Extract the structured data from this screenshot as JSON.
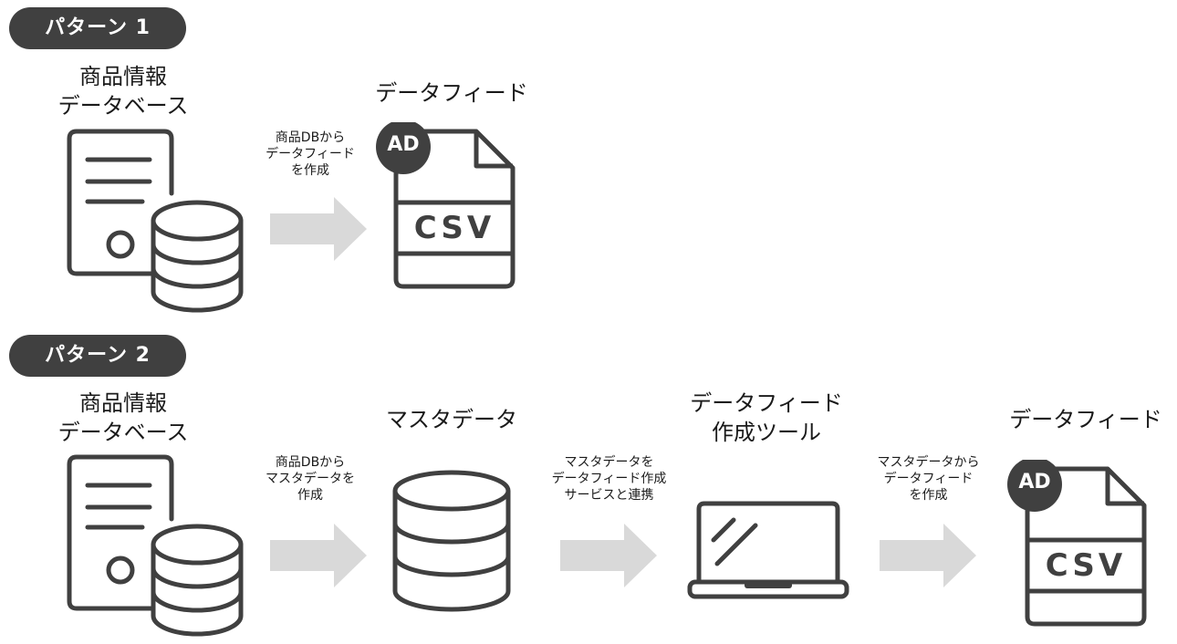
{
  "pattern1": {
    "label": "パターン 1",
    "db_title_l1": "商品情報",
    "db_title_l2": "データベース",
    "arrow_caption_l1": "商品DBから",
    "arrow_caption_l2": "データフィード",
    "arrow_caption_l3": "を作成",
    "feed_title": "データフィード",
    "feed_badge": "AD",
    "feed_format": "CSV"
  },
  "pattern2": {
    "label": "パターン 2",
    "db_title_l1": "商品情報",
    "db_title_l2": "データベース",
    "arrow1_caption_l1": "商品DBから",
    "arrow1_caption_l2": "マスタデータを",
    "arrow1_caption_l3": "作成",
    "master_title": "マスタデータ",
    "arrow2_caption_l1": "マスタデータを",
    "arrow2_caption_l2": "データフィード作成",
    "arrow2_caption_l3": "サービスと連携",
    "tool_title_l1": "データフィード",
    "tool_title_l2": "作成ツール",
    "arrow3_caption_l1": "マスタデータから",
    "arrow3_caption_l2": "データフィード",
    "arrow3_caption_l3": "を作成",
    "feed_title": "データフィード",
    "feed_badge": "AD",
    "feed_format": "CSV"
  },
  "colors": {
    "icon": "#404040",
    "arrow": "#d9d9d9",
    "pill": "#404040"
  }
}
